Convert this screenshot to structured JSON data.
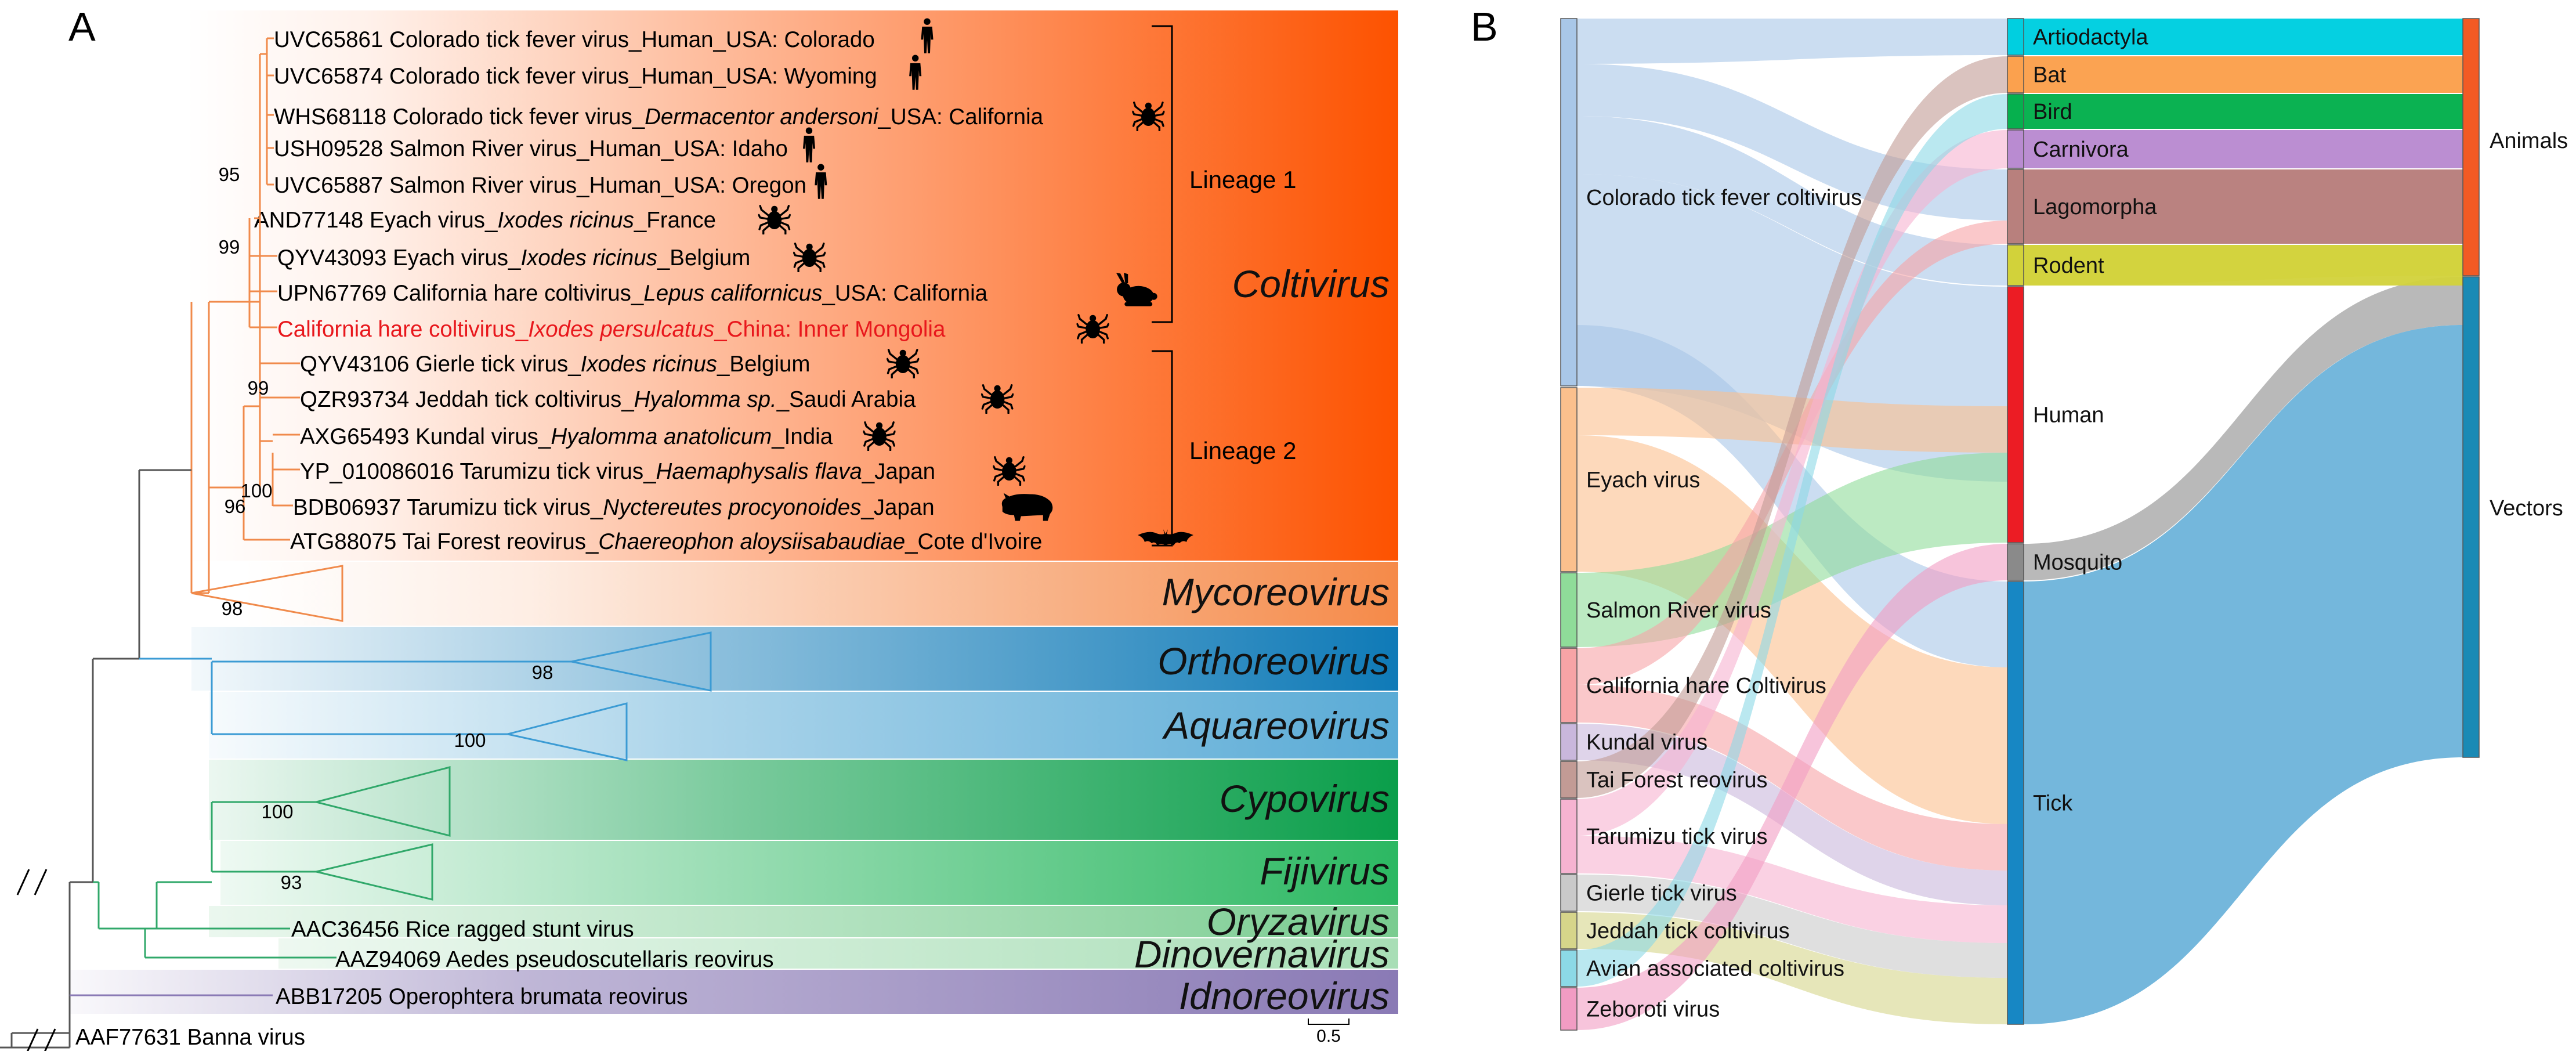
{
  "panels": {
    "a": "A",
    "b": "B"
  },
  "colors": {
    "coltivirus": "#fd5200",
    "mycoreovirus": "#f58a49",
    "orthoreovirus": "#0f7ab7",
    "aquareovirus": "#5aabd6",
    "cypovirus": "#0a9e4a",
    "fijivirus": "#2cb862",
    "oryzavirus": "#79cc90",
    "dinovernavirus": "#a8deb6",
    "idnoreovirus": "#8a7ab5",
    "branch_orange": "#f08a4b",
    "branch_blue": "#3b9bd4",
    "branch_green": "#30a86a",
    "branch_purple": "#8a7ab5",
    "branch_black": "#444444",
    "highlight": "#e8171c"
  },
  "tree": {
    "coltivirus_taxa": [
      {
        "acc": "UVC65861",
        "name": "Colorado tick fever virus",
        "host": "Human",
        "loc": "USA: Colorado",
        "icon": "human-icon"
      },
      {
        "acc": "UVC65874",
        "name": "Colorado tick fever virus",
        "host": "Human",
        "loc": "USA: Wyoming",
        "icon": "human-icon"
      },
      {
        "acc": "WHS68118",
        "name": "Colorado tick fever virus",
        "host": "Dermacentor andersoni",
        "loc": "USA: California",
        "icon": "tick-icon"
      },
      {
        "acc": "USH09528",
        "name": "Salmon River virus",
        "host": "Human",
        "loc": "USA: Idaho",
        "icon": "human-icon"
      },
      {
        "acc": "UVC65887",
        "name": "Salmon River virus",
        "host": "Human",
        "loc": "USA: Oregon",
        "icon": "human-icon"
      },
      {
        "acc": "AND77148",
        "name": "Eyach virus",
        "host": "Ixodes ricinus",
        "loc": "France",
        "icon": "tick-icon"
      },
      {
        "acc": "QYV43093",
        "name": "Eyach virus",
        "host": "Ixodes ricinus",
        "loc": "Belgium",
        "icon": "tick-icon"
      },
      {
        "acc": "UPN67769",
        "name": "California hare coltivirus",
        "host": "Lepus californicus",
        "loc": "USA: California",
        "icon": "rabbit-icon"
      },
      {
        "acc": "",
        "name": "California hare coltivirus",
        "host": "Ixodes persulcatus",
        "loc": "China: Inner Mongolia",
        "icon": "tick-icon",
        "highlight": true
      },
      {
        "acc": "QYV43106",
        "name": "Gierle tick virus",
        "host": "Ixodes ricinus",
        "loc": "Belgium",
        "icon": "tick-icon"
      },
      {
        "acc": "QZR93734",
        "name": "Jeddah tick coltivirus",
        "host": "Hyalomma sp.",
        "loc": "Saudi Arabia",
        "icon": "tick-icon"
      },
      {
        "acc": "AXG65493",
        "name": "Kundal virus",
        "host": "Hyalomma anatolicum",
        "loc": "India",
        "icon": "tick-icon"
      },
      {
        "acc": "YP_010086016",
        "name": "Tarumizu tick virus",
        "host": "Haemaphysalis flava",
        "loc": "Japan",
        "icon": "tick-icon"
      },
      {
        "acc": "BDB06937",
        "name": "Tarumizu tick virus",
        "host": "Nyctereutes procyonoides",
        "loc": "Japan",
        "icon": "raccoon-dog-icon"
      },
      {
        "acc": "ATG88075",
        "name": "Tai Forest reovirus",
        "host": "Chaereophon aloysiisabaudiae",
        "loc": "Cote d'Ivoire",
        "icon": "bat-icon"
      }
    ],
    "lineages": [
      "Lineage 1",
      "Lineage 2"
    ],
    "genera": [
      "Coltivirus",
      "Mycoreovirus",
      "Orthoreovirus",
      "Aquareovirus",
      "Cypovirus",
      "Fijivirus",
      "Oryzavirus",
      "Dinovernavirus",
      "Idnoreovirus"
    ],
    "other_taxa": [
      "AAC36456 Rice ragged stunt virus",
      "AAZ94069 Aedes pseudoscutellaris reovirus",
      "ABB17205 Operophtera brumata reovirus",
      "AAF77631 Banna virus"
    ],
    "bootstrap": [
      "95",
      "99",
      "99",
      "100",
      "96",
      "98",
      "98",
      "100",
      "100",
      "93"
    ],
    "scale": "0.5"
  },
  "sankey": {
    "viruses": [
      {
        "name": "Colorado tick fever coltivirus",
        "color": "#a9c7e8"
      },
      {
        "name": "Eyach virus",
        "color": "#fbc08d"
      },
      {
        "name": "Salmon River virus",
        "color": "#8fdc99"
      },
      {
        "name": "California hare Coltivirus",
        "color": "#f7a4a6"
      },
      {
        "name": "Kundal virus",
        "color": "#c9b7dc"
      },
      {
        "name": "Tai Forest reovirus",
        "color": "#c29b95"
      },
      {
        "name": "Tarumizu tick virus",
        "color": "#f6b3d1"
      },
      {
        "name": "Gierle tick virus",
        "color": "#c9c9c9"
      },
      {
        "name": "Jeddah tick coltivirus",
        "color": "#d6d58a"
      },
      {
        "name": "Avian associated coltivirus",
        "color": "#8cd9e6"
      },
      {
        "name": "Zeboroti virus",
        "color": "#f19cc3"
      }
    ],
    "hosts": [
      {
        "name": "Artiodactyla",
        "color": "#00cfe0"
      },
      {
        "name": "Bat",
        "color": "#fba14e"
      },
      {
        "name": "Bird",
        "color": "#06b04e"
      },
      {
        "name": "Carnivora",
        "color": "#b98bd1"
      },
      {
        "name": "Lagomorpha",
        "color": "#b8807d"
      },
      {
        "name": "Rodent",
        "color": "#d2d23a"
      },
      {
        "name": "Human",
        "color": "#ec1c24"
      },
      {
        "name": "Mosquito",
        "color": "#8a8a8a"
      },
      {
        "name": "Tick",
        "color": "#1787c4"
      }
    ],
    "groups": [
      {
        "name": "Animals",
        "color": "#f25a24"
      },
      {
        "name": "Vectors",
        "color": "#1a8ab5"
      }
    ]
  }
}
